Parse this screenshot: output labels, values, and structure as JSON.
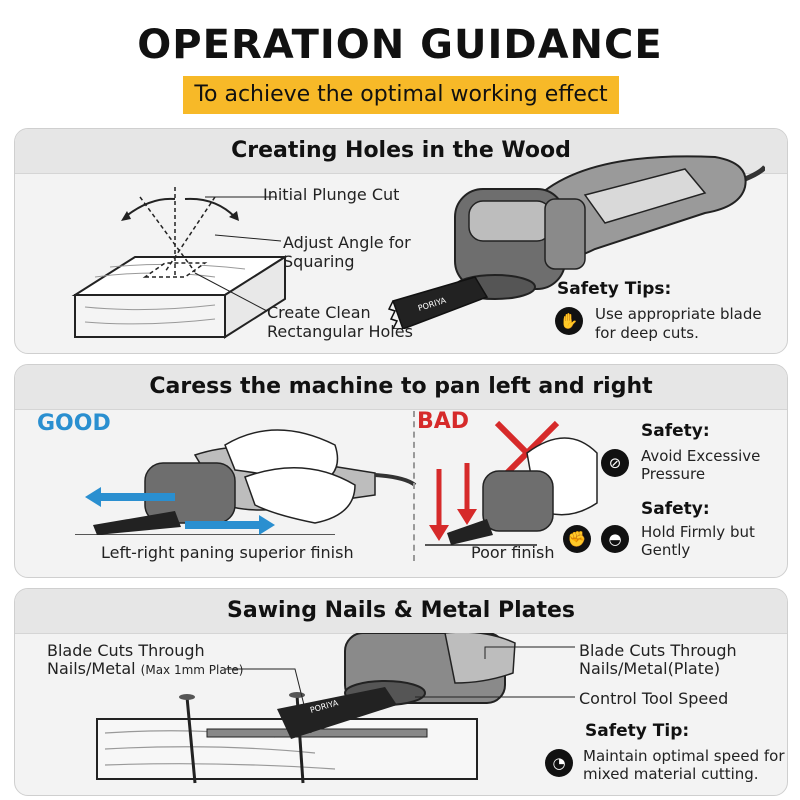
{
  "header": {
    "title": "OPERATION GUIDANCE",
    "subtitle": "To achieve the optimal working effect"
  },
  "section1": {
    "heading": "Creating Holes in the Wood",
    "label_plunge": "Initial Plunge Cut",
    "label_adjust_1": "Adjust Angle for",
    "label_adjust_2": "Squaring",
    "label_clean_1": "Create Clean",
    "label_clean_2": "Rectangular Holes",
    "blade_brand": "PORIYA",
    "safety_heading": "Safety Tips:",
    "safety_text_1": "Use appropriate blade",
    "safety_text_2": "for deep cuts.",
    "safety_icon": "blade-hand-icon"
  },
  "section2": {
    "heading": "Caress the machine to pan left and right",
    "good_label": "GOOD",
    "good_caption": "Left-right paning superior finish",
    "bad_label": "BAD",
    "bad_caption": "Poor finish",
    "safety1_heading": "Safety:",
    "safety1_text_1": "Avoid Excessive",
    "safety1_text_2": "Pressure",
    "safety1_icon": "no-pressure-icon",
    "safety2_heading": "Safety:",
    "safety2_text_1": "Hold Firmly but",
    "safety2_text_2": "Gently",
    "safety2_icons": [
      "hand-grip-icon",
      "helmet-icon"
    ],
    "colors": {
      "good": "#2a8fd0",
      "bad": "#d62a2a"
    }
  },
  "section3": {
    "heading": "Sawing Nails & Metal Plates",
    "left_label_1": "Blade Cuts Through",
    "left_label_2": "Nails/Metal",
    "left_label_small": "(Max 1mm Plate)",
    "right_label_1": "Blade Cuts Through",
    "right_label_2": "Nails/Metal(Plate)",
    "speed_label": "Control Tool Speed",
    "blade_brand": "PORIYA",
    "safety_heading": "Safety Tip:",
    "safety_text_1": "Maintain optimal speed for",
    "safety_text_2": "mixed material cutting.",
    "safety_icon": "speedometer-icon"
  },
  "accent": "#f7b928"
}
